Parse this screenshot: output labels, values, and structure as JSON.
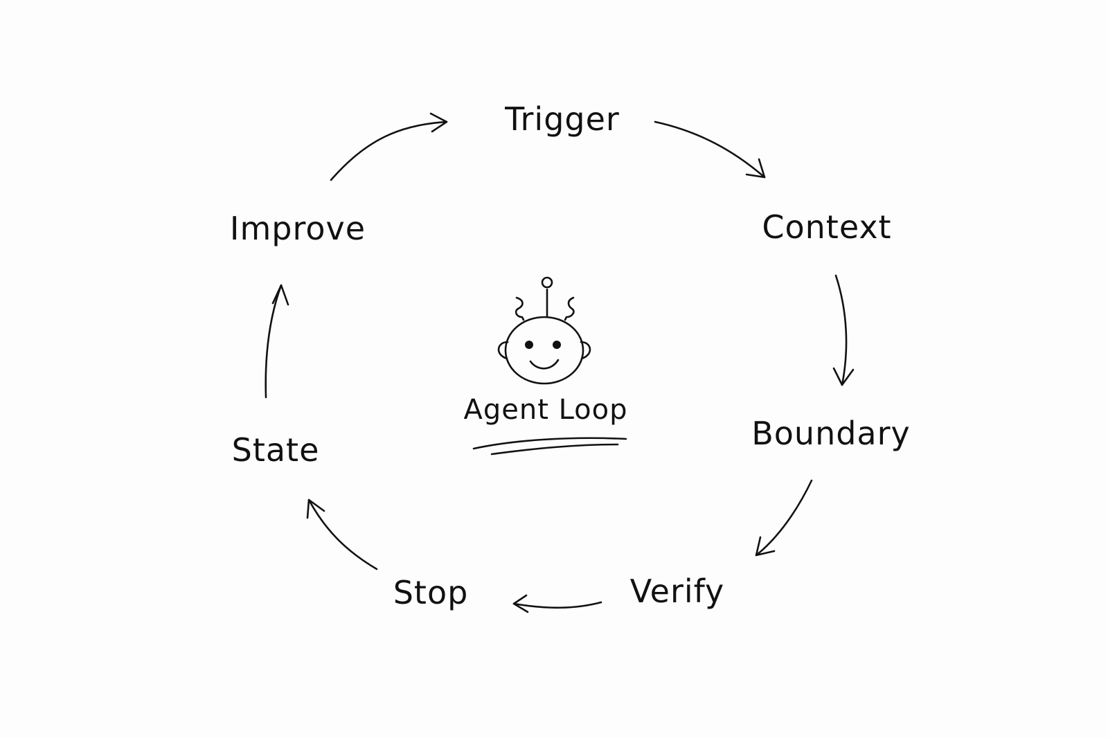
{
  "diagram": {
    "center": {
      "title": "Agent Loop",
      "icon": "robot-face-icon"
    },
    "nodes": [
      {
        "id": "trigger",
        "label": "Trigger"
      },
      {
        "id": "context",
        "label": "Context"
      },
      {
        "id": "boundary",
        "label": "Boundary"
      },
      {
        "id": "verify",
        "label": "Verify"
      },
      {
        "id": "stop",
        "label": "Stop"
      },
      {
        "id": "state",
        "label": "State"
      },
      {
        "id": "improve",
        "label": "Improve"
      }
    ],
    "edges": [
      {
        "from": "improve",
        "to": "trigger"
      },
      {
        "from": "trigger",
        "to": "context"
      },
      {
        "from": "context",
        "to": "boundary"
      },
      {
        "from": "boundary",
        "to": "verify"
      },
      {
        "from": "verify",
        "to": "stop"
      },
      {
        "from": "stop",
        "to": "state"
      },
      {
        "from": "state",
        "to": "improve"
      }
    ],
    "colors": {
      "ink": "#111111",
      "background": "#fdfdfd"
    }
  }
}
